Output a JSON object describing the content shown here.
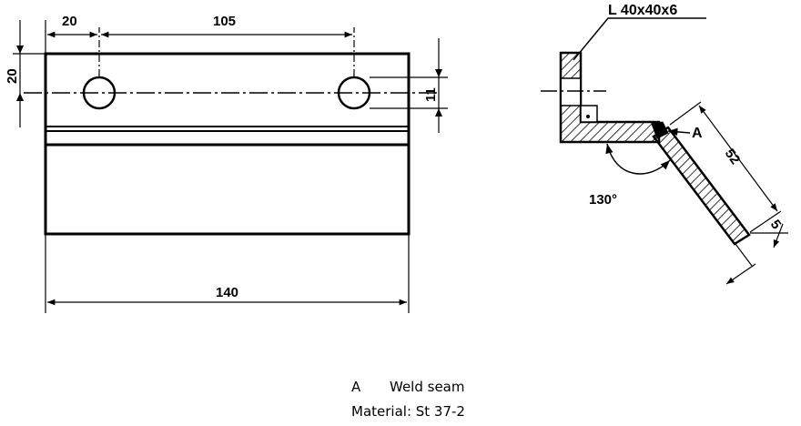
{
  "front_view": {
    "dim_hole_offset": "20",
    "dim_hole_spacing": "105",
    "dim_top_height": "20",
    "dim_hole_dia": "11",
    "dim_overall_length": "140"
  },
  "side_view": {
    "profile_label": "L 40x40x6",
    "weld_marker": "A",
    "angle_label": "130°",
    "dim_plate_length": "52",
    "dim_plate_thickness": "5"
  },
  "legend": {
    "weld_key": "A",
    "weld_text": "Weld seam",
    "material_text": "Material: St 37-2"
  },
  "colors": {
    "ink": "#000000",
    "paper": "#ffffff"
  }
}
